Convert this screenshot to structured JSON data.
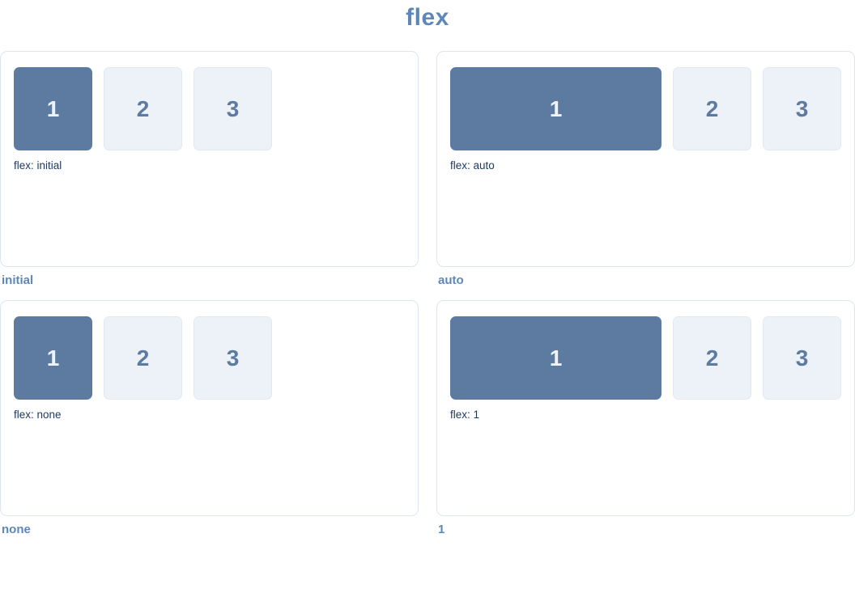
{
  "title": "flex",
  "colors": {
    "accent_blue": "#5e87b8",
    "highlight_box": "#5d7ba1",
    "light_box_bg": "#edf1f8",
    "light_box_border": "#e1e8f2",
    "panel_border": "#dce5f1",
    "inner_label_text": "#1f3a60"
  },
  "panels": [
    {
      "caption": "initial",
      "inner_label": "flex: initial",
      "boxes": [
        "1",
        "2",
        "3"
      ]
    },
    {
      "caption": "auto",
      "inner_label": "flex: auto",
      "boxes": [
        "1",
        "2",
        "3"
      ]
    },
    {
      "caption": "none",
      "inner_label": "flex: none",
      "boxes": [
        "1",
        "2",
        "3"
      ]
    },
    {
      "caption": "1",
      "inner_label": "flex: 1",
      "boxes": [
        "1",
        "2",
        "3"
      ]
    }
  ]
}
